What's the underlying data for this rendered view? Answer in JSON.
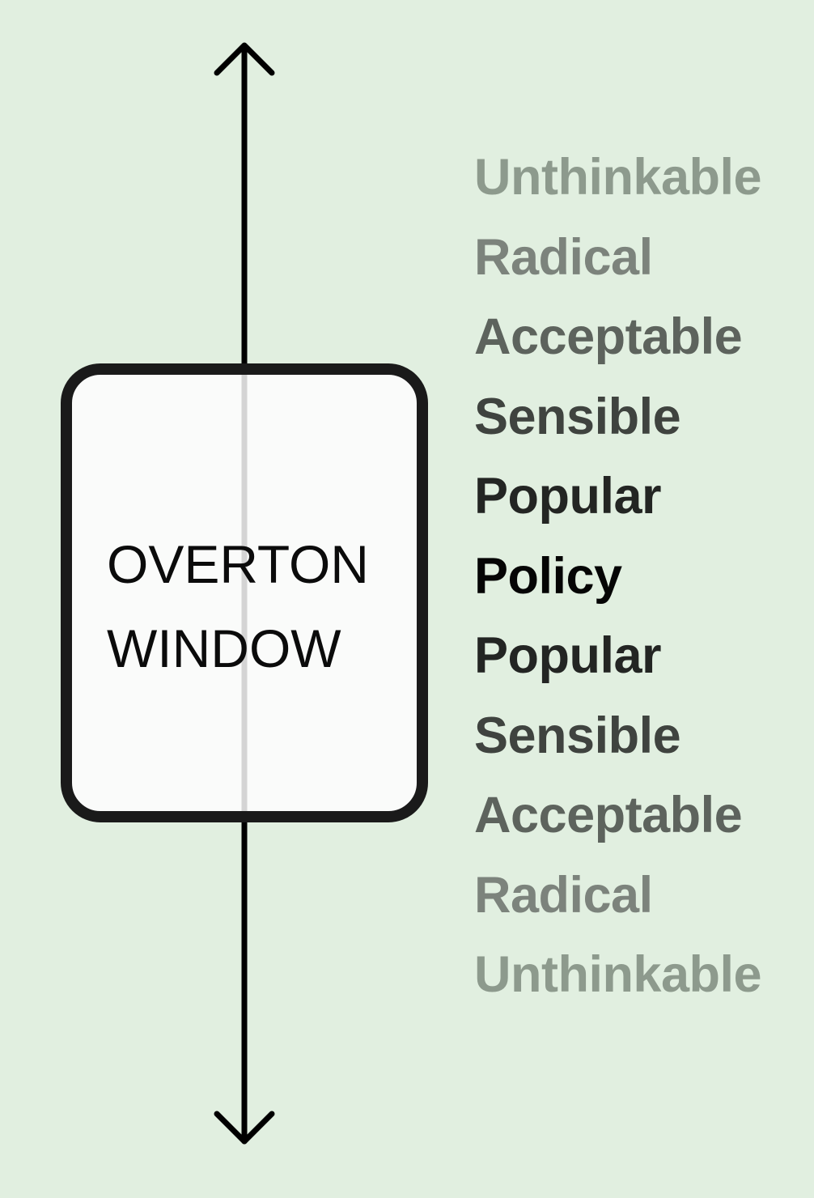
{
  "box": {
    "line1": "OVERTON",
    "line2": "WINDOW"
  },
  "scale_items": [
    {
      "label": "Unthinkable",
      "color": "#8d9a8d"
    },
    {
      "label": "Radical",
      "color": "#7c837c"
    },
    {
      "label": "Acceptable",
      "color": "#5d635d"
    },
    {
      "label": "Sensible",
      "color": "#3f433f"
    },
    {
      "label": "Popular",
      "color": "#232523"
    },
    {
      "label": "Policy",
      "color": "#050505"
    },
    {
      "label": "Popular",
      "color": "#232523"
    },
    {
      "label": "Sensible",
      "color": "#3f433f"
    },
    {
      "label": "Acceptable",
      "color": "#5d635d"
    },
    {
      "label": "Radical",
      "color": "#7c837c"
    },
    {
      "label": "Unthinkable",
      "color": "#8d9a8d"
    }
  ],
  "colors": {
    "background": "#e1efe0",
    "axis": "#000000",
    "box_fill": "#fbfcfb",
    "box_border": "#1a1a1a"
  },
  "icons": {
    "top_arrow": "arrow-up-icon",
    "bottom_arrow": "arrow-down-icon"
  }
}
